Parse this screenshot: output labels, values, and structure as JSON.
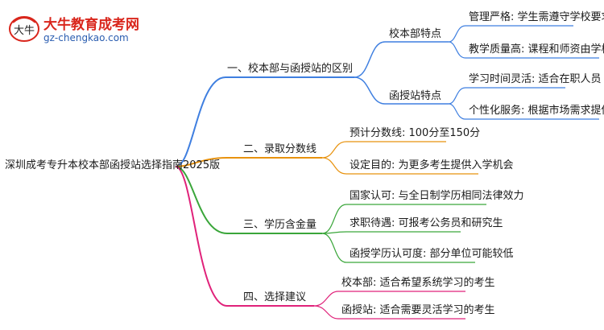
{
  "logo": {
    "name": "大牛教育成考网",
    "url": "gz-chengkao.com",
    "mark_text": "大牛"
  },
  "root": "深圳成考专升本校本部函授站选择指南2025版",
  "branches": [
    {
      "label": "一、校本部与函授站的区别",
      "color": "#3f7fe0",
      "children": [
        {
          "label": "校本部特点",
          "children": [
            "管理严格: 学生需遵守学校要求",
            "教学质量高: 课程和师资由学校控制"
          ]
        },
        {
          "label": "函授站特点",
          "children": [
            "学习时间灵活: 适合在职人员",
            "个性化服务: 根据市场需求提供服务"
          ]
        }
      ]
    },
    {
      "label": "二、录取分数线",
      "color": "#e8920e",
      "children": [
        "预计分数线: 100分至150分",
        "设定目的: 为更多考生提供入学机会"
      ]
    },
    {
      "label": "三、学历含金量",
      "color": "#3aa63a",
      "children": [
        "国家认可: 与全日制学历相同法律效力",
        "求职待遇: 可报考公务员和研究生",
        "函授学历认可度: 部分单位可能较低"
      ]
    },
    {
      "label": "四、选择建议",
      "color": "#e0227a",
      "children": [
        "校本部: 适合希望系统学习的考生",
        "函授站: 适合需要灵活学习的考生"
      ]
    }
  ]
}
